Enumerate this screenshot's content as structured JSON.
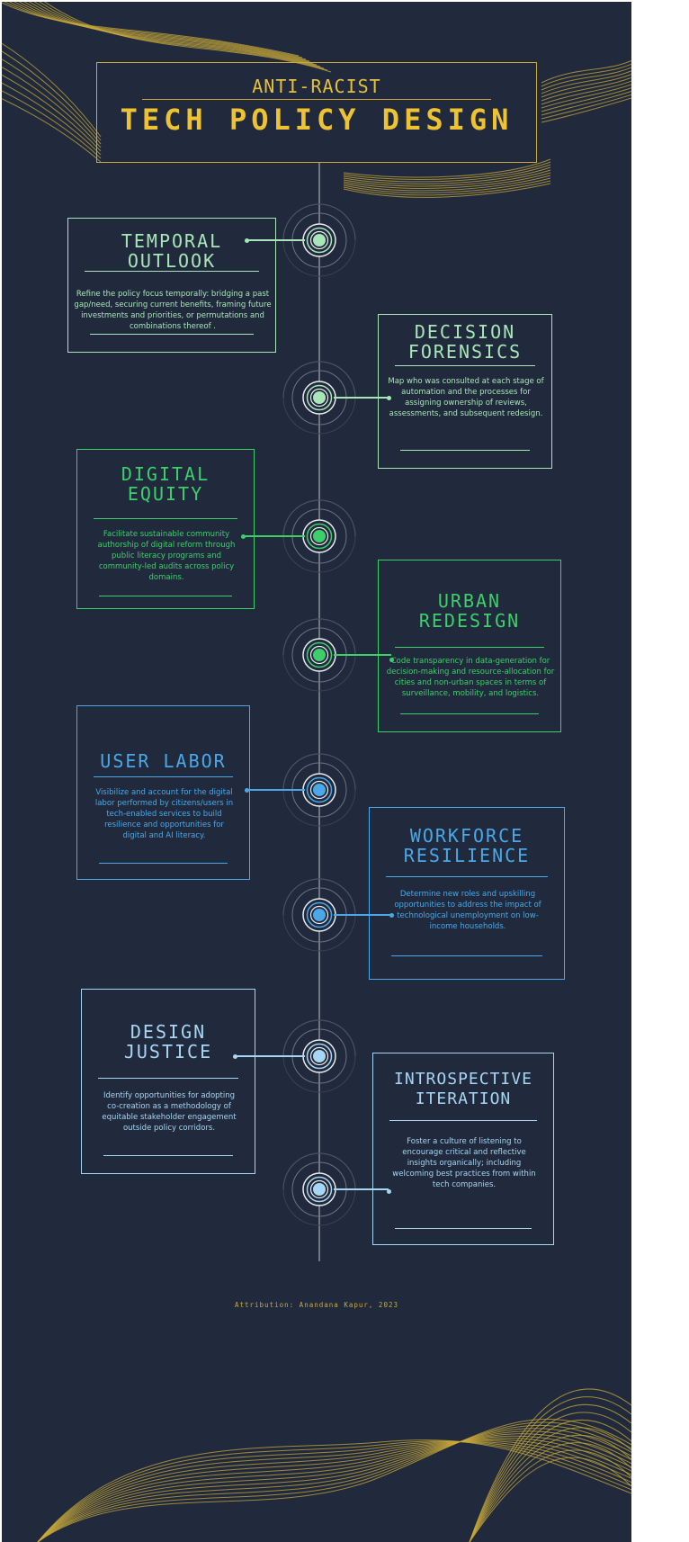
{
  "header": {
    "subtitle": "ANTI-RACIST",
    "title": "TECH POLICY DESIGN"
  },
  "colors": {
    "background": "#212a3c",
    "gold": "#e6bf3c",
    "mint": "#a8e6b8",
    "green": "#3ecf6a",
    "blue": "#4aa8e8",
    "pale_blue": "#a6d6f4",
    "timeline": "#8a8f99"
  },
  "cards": [
    {
      "title": "TEMPORAL\nOUTLOOK",
      "text": "Refine the policy focus temporally: bridging a past gap/need, securing current benefits, framing future investments and priorities, or permutations and combinations thereof ."
    },
    {
      "title": "DECISION\nFORENSICS",
      "text": "Map who was consulted at each stage of automation and the processes for assigning ownership of reviews, assessments, and subsequent redesign."
    },
    {
      "title": "DIGITAL\nEQUITY",
      "text": "Facilitate sustainable community authorship of digital reform through public literacy programs and community-led audits across policy domains."
    },
    {
      "title": "URBAN\nREDESIGN",
      "text": "Code transparency in data-generation for decision-making and resource-allocation for cities and non-urban spaces in terms of surveillance, mobility, and logistics."
    },
    {
      "title": "USER LABOR",
      "text": "Visibilize and account for the digital labor performed by citizens/users in tech-enabled services to build resilience and opportunities for digital and AI literacy."
    },
    {
      "title": "WORKFORCE\nRESILIENCE",
      "text": "Determine new roles and upskilling opportunities to address the impact of technological unemployment on low-income households."
    },
    {
      "title": "DESIGN\nJUSTICE",
      "text": "Identify opportunities for adopting co-creation as a methodology of equitable stakeholder engagement outside policy corridors."
    },
    {
      "title": "INTROSPECTIVE\nITERATION",
      "text": "Foster a culture of listening to encourage critical and reflective insights organically; including welcoming best practices from within tech companies."
    }
  ],
  "attribution": "Attribution: Anandana Kapur, 2023"
}
